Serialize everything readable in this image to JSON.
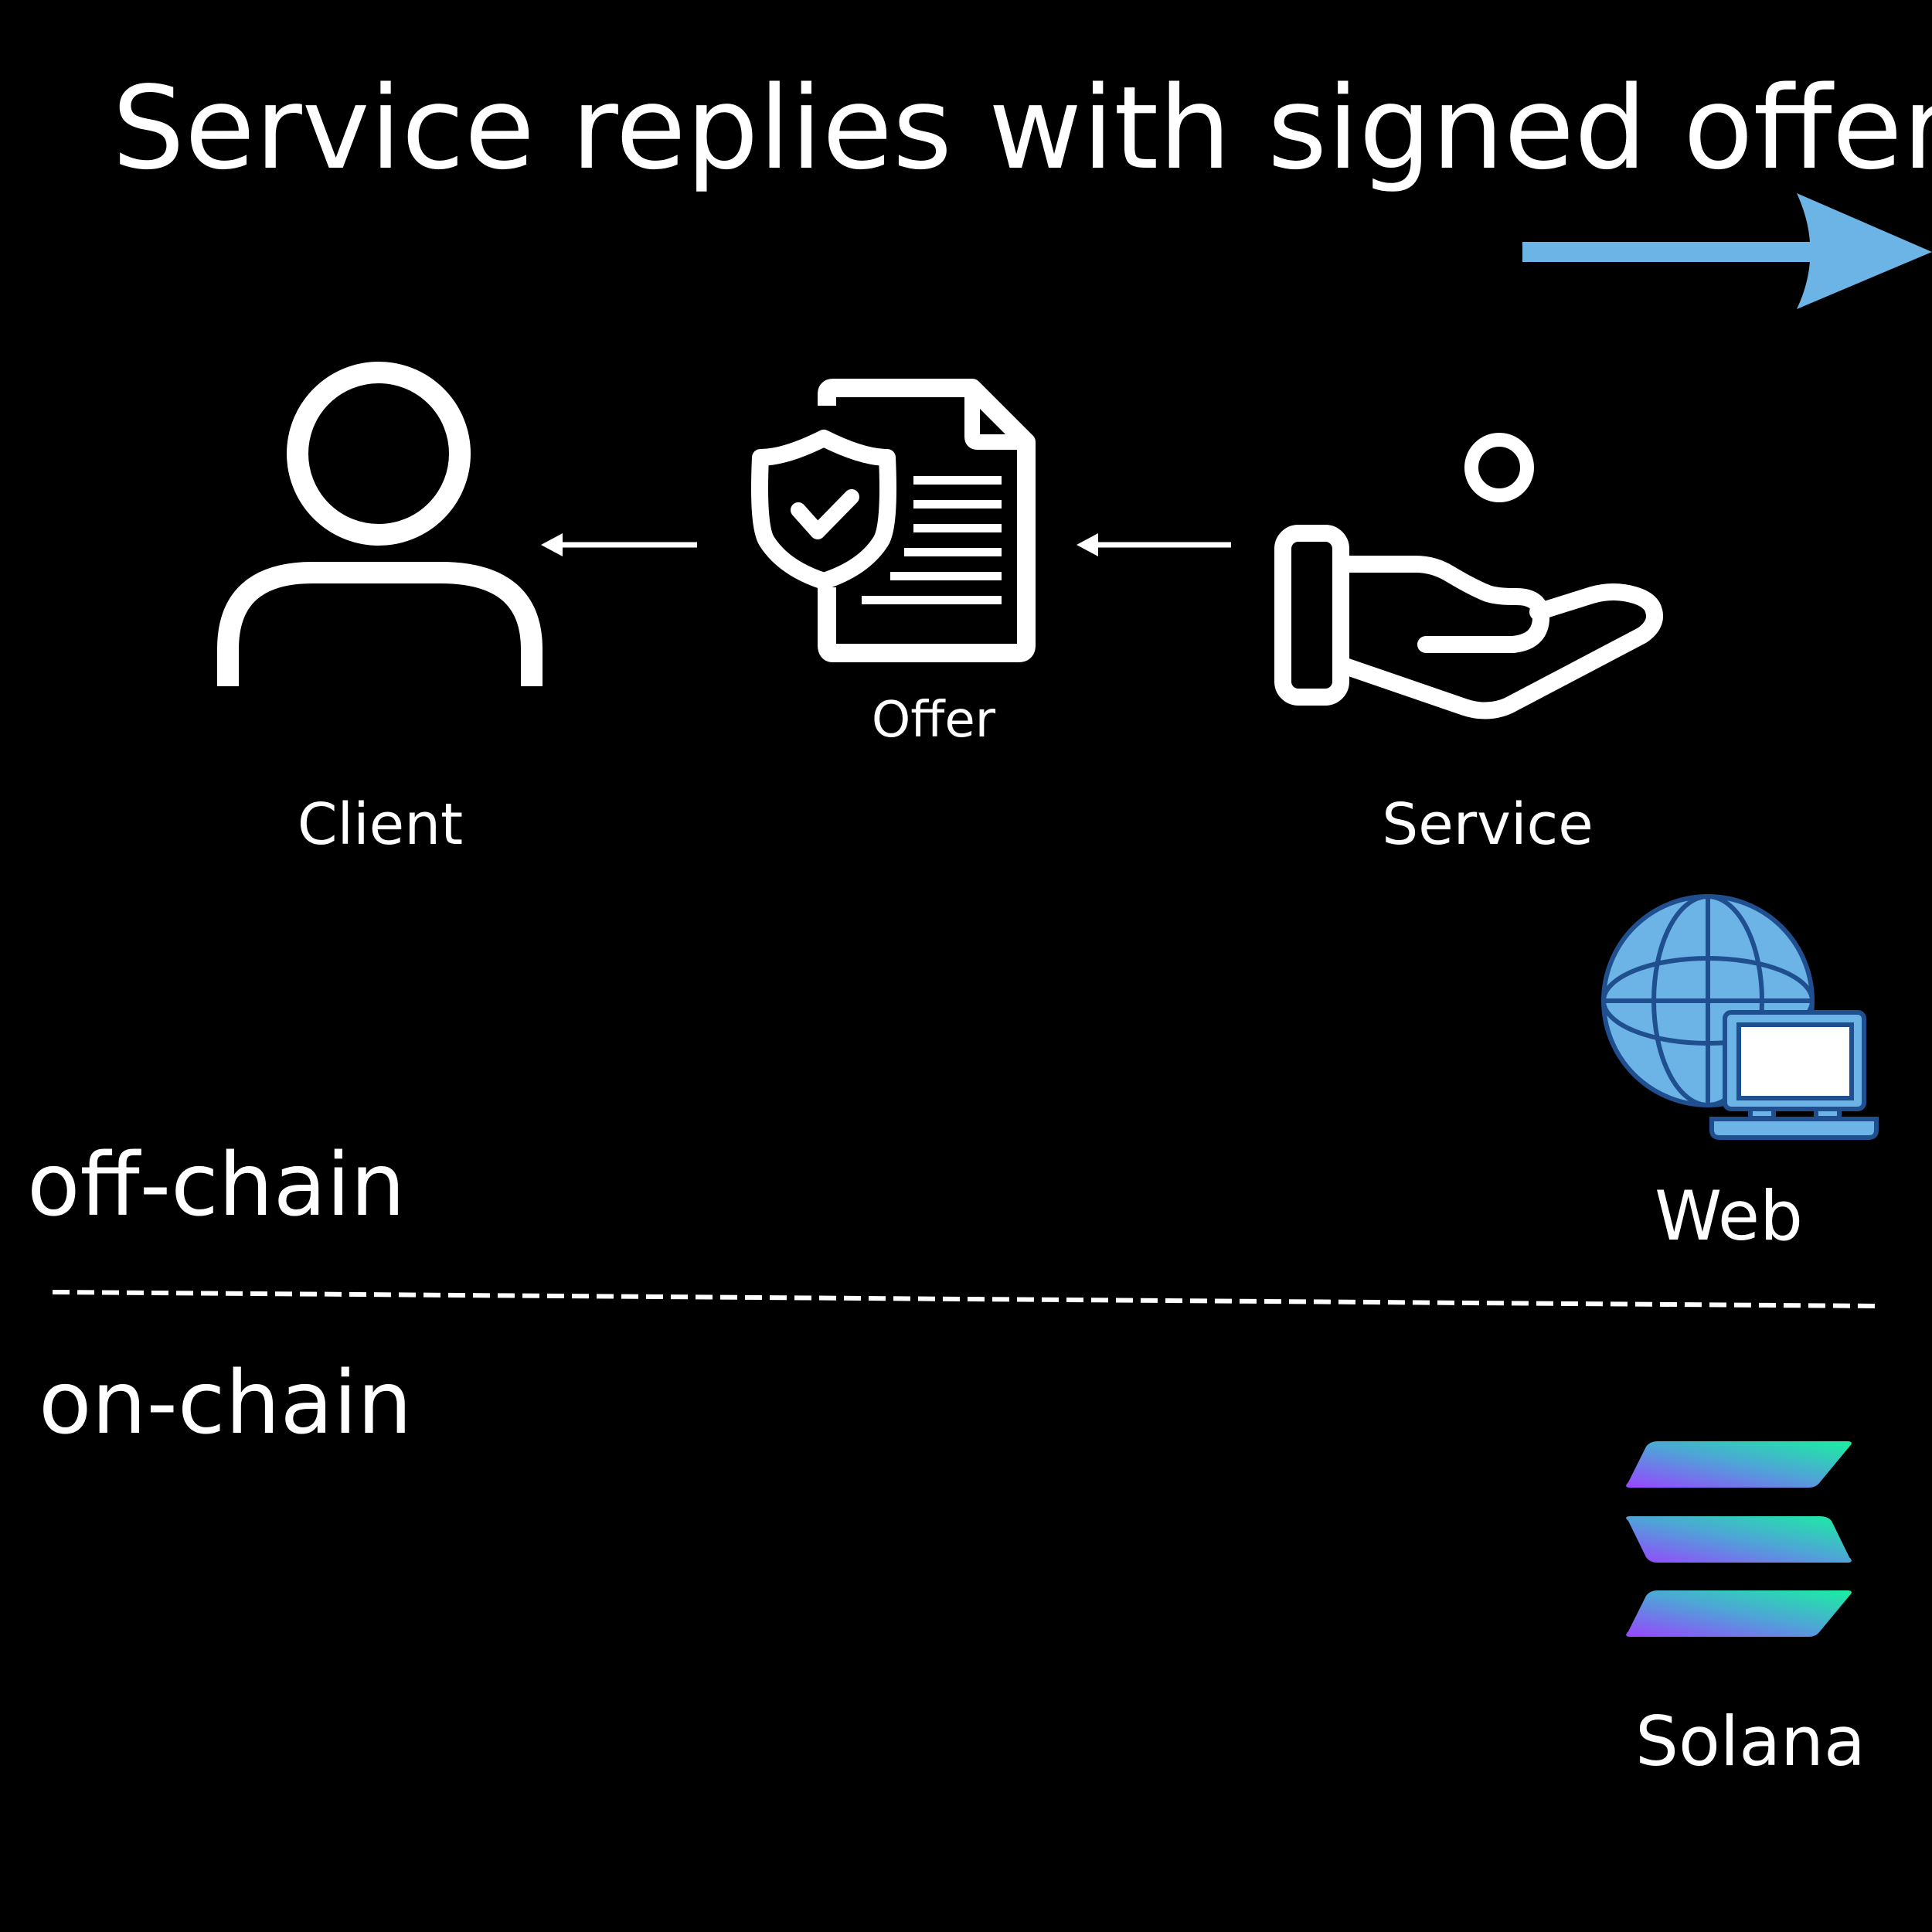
{
  "title": "Service replies with signed offer",
  "nodes": {
    "client": {
      "label": "Client",
      "icon": "user-icon"
    },
    "offer": {
      "label": "Offer",
      "icon": "signed-document-icon"
    },
    "service": {
      "label": "Service",
      "icon": "hand-gear-icon"
    },
    "web": {
      "label": "Web",
      "icon": "globe-laptop-icon"
    },
    "solana": {
      "label": "Solana",
      "icon": "solana-logo-icon"
    }
  },
  "layers": {
    "offchain": "off-chain",
    "onchain": "on-chain"
  },
  "colors": {
    "background": "#000000",
    "foreground": "#ffffff",
    "accent_arrow": "#6cb3e6",
    "globe_fill": "#6cb3e6",
    "globe_stroke": "#1f4f8f",
    "solana_green": "#19f0a0",
    "solana_purple": "#9945ff"
  }
}
